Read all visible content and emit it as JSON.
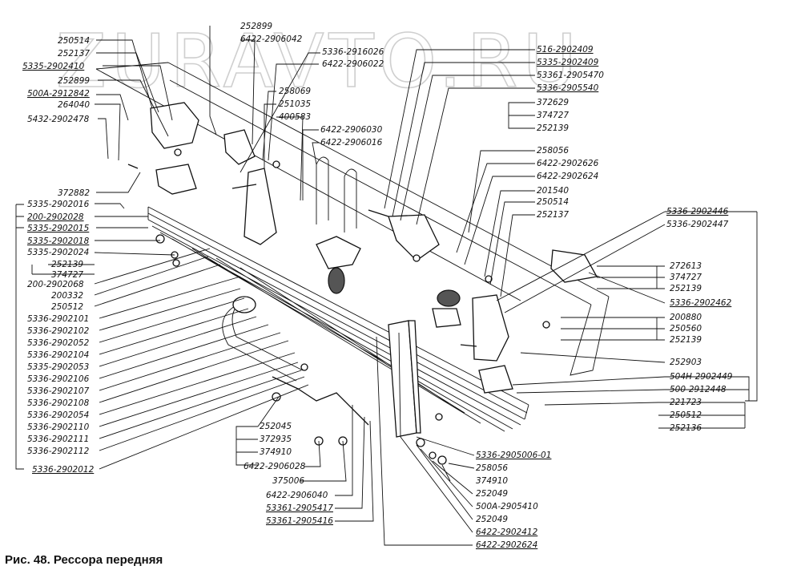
{
  "watermark": "ZURAVTO.RU",
  "caption": "Рис. 48. Рессора передняя",
  "labels_left": [
    "250514",
    "252137",
    "5335-2902410",
    "252899",
    "500А-2912842",
    "264040",
    "5432-2902478",
    "372882",
    "5335-2902016",
    "200-2902028",
    "5335-2902015",
    "5335-2902018",
    "5335-2902024",
    "252139",
    "374727",
    "200-2902068",
    "200332",
    "250512",
    "5336-2902101",
    "5336-2902102",
    "5336-2902052",
    "5336-2902104",
    "5335-2902053",
    "5336-2902106",
    "5336-2902107",
    "5336-2902108",
    "5336-2902054",
    "5336-2902110",
    "5336-2902111",
    "5336-2902112",
    "5336-2902012"
  ],
  "labels_top": [
    "252899",
    "6422-2906042",
    "5336-2916026",
    "6422-2906022",
    "258069",
    "251035",
    "400583",
    "6422-2906030",
    "6422-2906016"
  ],
  "labels_right_top": [
    "516-2902409",
    "5335-2902409",
    "53361-2905470",
    "5336-2905540",
    "372629",
    "374727",
    "252139",
    "258056",
    "6422-2902626",
    "6422-2902624",
    "201540",
    "250514",
    "252137"
  ],
  "labels_right": [
    "5336-2902446",
    "5336-2902447",
    "272613",
    "374727",
    "252139",
    "5336-2902462",
    "200880",
    "250560",
    "252139",
    "252903",
    "504Н-2902449",
    "500-2912448",
    "221723",
    "250512",
    "252136"
  ],
  "labels_bottom": [
    "252045",
    "372935",
    "374910",
    "6422-2906028",
    "375006",
    "6422-2906040",
    "53361-2905417",
    "53361-2905416",
    "5336-2905006-01",
    "258056",
    "374910",
    "252049",
    "500А-2905410",
    "252049",
    "6422-2902412",
    "6422-2902624"
  ]
}
